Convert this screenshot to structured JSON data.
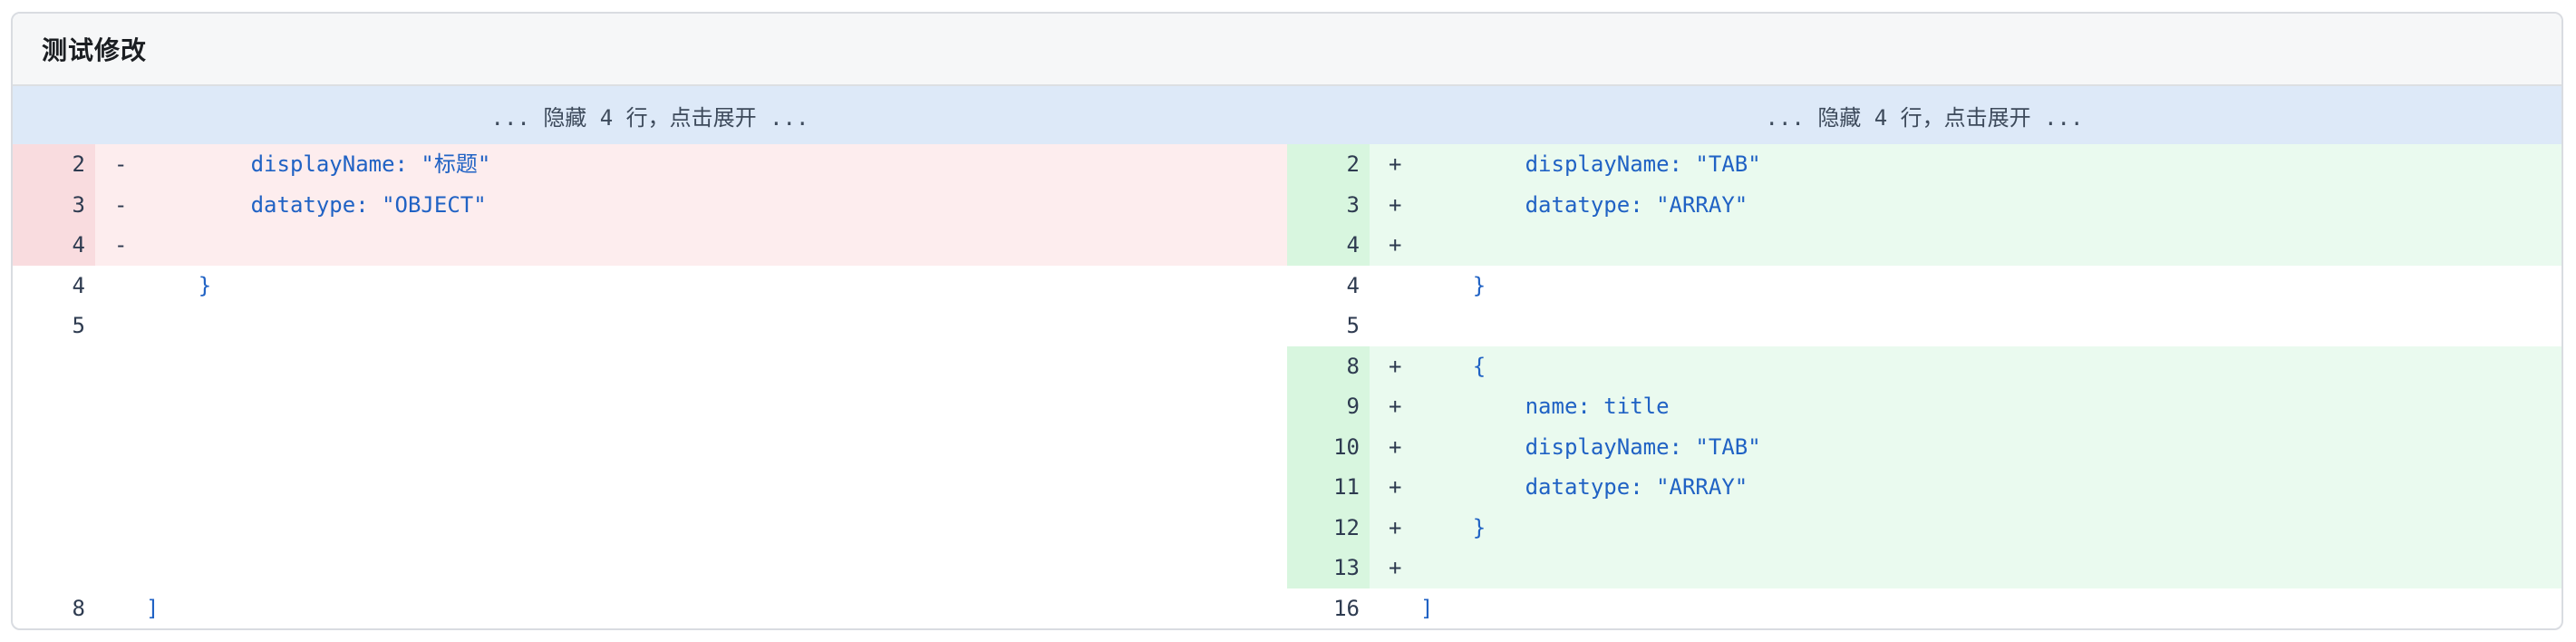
{
  "header": {
    "title": "测试修改"
  },
  "expand_bars": {
    "left": {
      "label": "... 隐藏 4 行，点击展开 ..."
    },
    "right": {
      "label": "... 隐藏 4 行，点击展开 ..."
    }
  },
  "diff": {
    "left": {
      "rows": [
        {
          "num": "2",
          "marker": "-",
          "code": "        displayName: \"标题\"",
          "type": "del"
        },
        {
          "num": "3",
          "marker": "-",
          "code": "        datatype: \"OBJECT\"",
          "type": "del"
        },
        {
          "num": "4",
          "marker": "-",
          "code": "",
          "type": "del"
        },
        {
          "num": "4",
          "marker": "",
          "code": "    }",
          "type": "context"
        },
        {
          "num": "5",
          "marker": "",
          "code": "",
          "type": "context"
        },
        {
          "num": "",
          "marker": "",
          "code": "",
          "type": "empty"
        },
        {
          "num": "",
          "marker": "",
          "code": "",
          "type": "empty"
        },
        {
          "num": "",
          "marker": "",
          "code": "",
          "type": "empty"
        },
        {
          "num": "",
          "marker": "",
          "code": "",
          "type": "empty"
        },
        {
          "num": "",
          "marker": "",
          "code": "",
          "type": "empty"
        },
        {
          "num": "",
          "marker": "",
          "code": "",
          "type": "empty"
        },
        {
          "num": "8",
          "marker": "",
          "code": "]",
          "type": "context"
        }
      ]
    },
    "right": {
      "rows": [
        {
          "num": "2",
          "marker": "+",
          "code": "        displayName: \"TAB\"",
          "type": "add"
        },
        {
          "num": "3",
          "marker": "+",
          "code": "        datatype: \"ARRAY\"",
          "type": "add"
        },
        {
          "num": "4",
          "marker": "+",
          "code": "",
          "type": "add"
        },
        {
          "num": "4",
          "marker": "",
          "code": "    }",
          "type": "context"
        },
        {
          "num": "5",
          "marker": "",
          "code": "",
          "type": "context"
        },
        {
          "num": "8",
          "marker": "+",
          "code": "    {",
          "type": "add"
        },
        {
          "num": "9",
          "marker": "+",
          "code": "        name: title",
          "type": "add"
        },
        {
          "num": "10",
          "marker": "+",
          "code": "        displayName: \"TAB\"",
          "type": "add"
        },
        {
          "num": "11",
          "marker": "+",
          "code": "        datatype: \"ARRAY\"",
          "type": "add"
        },
        {
          "num": "12",
          "marker": "+",
          "code": "    }",
          "type": "add"
        },
        {
          "num": "13",
          "marker": "+",
          "code": "",
          "type": "add"
        },
        {
          "num": "16",
          "marker": "",
          "code": "]",
          "type": "context"
        }
      ]
    }
  },
  "colors": {
    "added_row_bg": "#eafaef",
    "added_gutter_bg": "#d8f6df",
    "removed_row_bg": "#fdedee",
    "removed_gutter_bg": "#f9dcdf",
    "expand_bar_bg": "#dde9f8",
    "code_text": "#2062c4",
    "line_number_text": "#2e3b50",
    "header_bg": "#f6f7f8",
    "card_border": "#d9dce1"
  }
}
